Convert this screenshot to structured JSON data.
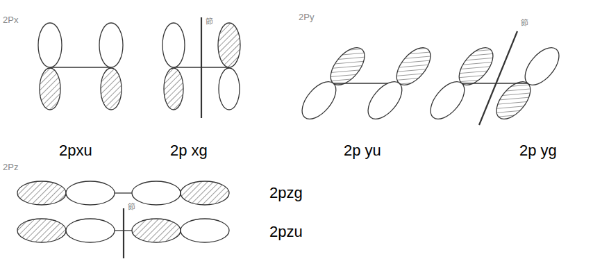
{
  "diagram": {
    "labels": [
      "2Px",
      "節",
      "2Py",
      "節",
      "2pxu",
      "2p xg",
      "2p yu",
      "2p yg",
      "2Pz",
      "2pzg",
      "節",
      "2pzu"
    ]
  }
}
